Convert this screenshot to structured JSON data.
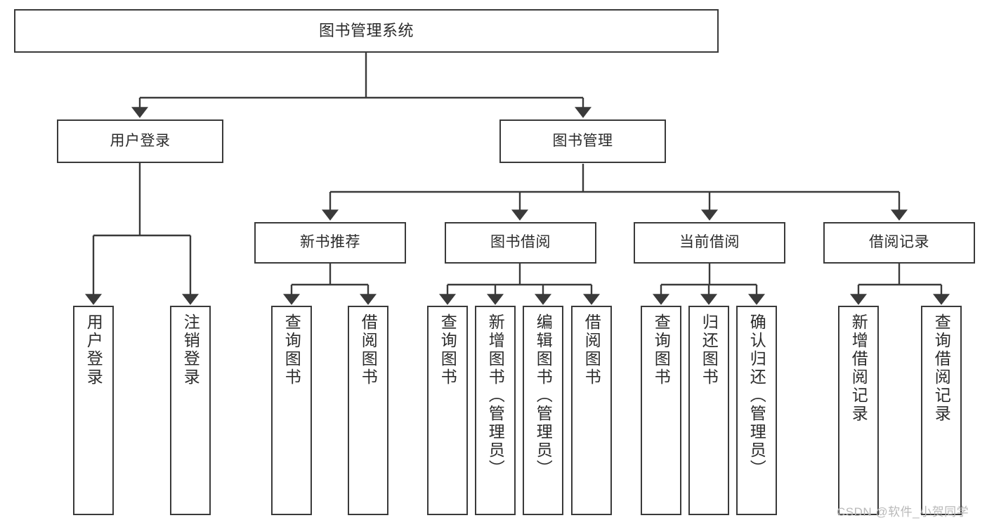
{
  "diagram": {
    "title": "图书管理系统",
    "type": "tree-hierarchy",
    "watermark": "CSDN @软件_小贺同学",
    "colors": {
      "border": "#3a3a3a",
      "background": "#ffffff",
      "text": "#2b2b2b",
      "watermark": "#b9b9b9"
    },
    "root": {
      "label": "图书管理系统"
    },
    "level2": [
      {
        "label": "用户登录"
      },
      {
        "label": "图书管理"
      }
    ],
    "level3": [
      {
        "label": "新书推荐"
      },
      {
        "label": "图书借阅"
      },
      {
        "label": "当前借阅"
      },
      {
        "label": "借阅记录"
      }
    ],
    "leaves": [
      {
        "label": "用户登录"
      },
      {
        "label": "注销登录"
      },
      {
        "label": "查询图书"
      },
      {
        "label": "借阅图书"
      },
      {
        "label": "查询图书"
      },
      {
        "label": "新增图书（管理员）"
      },
      {
        "label": "编辑图书（管理员）"
      },
      {
        "label": "借阅图书"
      },
      {
        "label": "查询图书"
      },
      {
        "label": "归还图书"
      },
      {
        "label": "确认归还（管理员）"
      },
      {
        "label": "新增借阅记录"
      },
      {
        "label": "查询借阅记录"
      }
    ]
  }
}
